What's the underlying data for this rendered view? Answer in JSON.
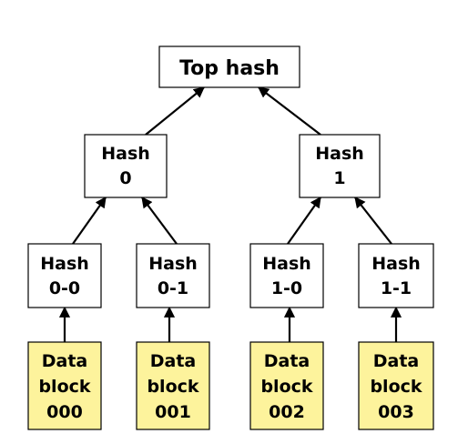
{
  "diagram": {
    "colors": {
      "hash_fill": "#ffffff",
      "data_fill": "#fdf39c",
      "stroke": "#000000",
      "text": "#000000"
    },
    "nodes": {
      "top": {
        "lines": [
          "Top hash"
        ]
      },
      "h0": {
        "lines": [
          "Hash",
          "0"
        ]
      },
      "h1": {
        "lines": [
          "Hash",
          "1"
        ]
      },
      "h00": {
        "lines": [
          "Hash",
          "0-0"
        ]
      },
      "h01": {
        "lines": [
          "Hash",
          "0-1"
        ]
      },
      "h10": {
        "lines": [
          "Hash",
          "1-0"
        ]
      },
      "h11": {
        "lines": [
          "Hash",
          "1-1"
        ]
      },
      "d000": {
        "lines": [
          "Data",
          "block",
          "000"
        ]
      },
      "d001": {
        "lines": [
          "Data",
          "block",
          "001"
        ]
      },
      "d002": {
        "lines": [
          "Data",
          "block",
          "002"
        ]
      },
      "d003": {
        "lines": [
          "Data",
          "block",
          "003"
        ]
      }
    },
    "edges": [
      {
        "from": "h0",
        "to": "top"
      },
      {
        "from": "h1",
        "to": "top"
      },
      {
        "from": "h00",
        "to": "h0"
      },
      {
        "from": "h01",
        "to": "h0"
      },
      {
        "from": "h10",
        "to": "h1"
      },
      {
        "from": "h11",
        "to": "h1"
      },
      {
        "from": "d000",
        "to": "h00"
      },
      {
        "from": "d001",
        "to": "h01"
      },
      {
        "from": "d002",
        "to": "h10"
      },
      {
        "from": "d003",
        "to": "h11"
      }
    ]
  }
}
